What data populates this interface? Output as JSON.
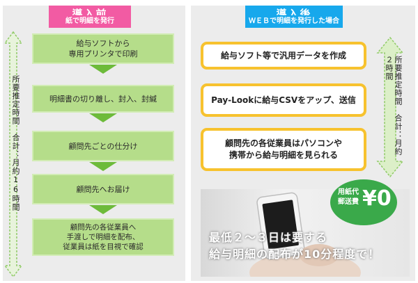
{
  "left": {
    "header_main": "導入前",
    "header_sub": "紙で明細を発行",
    "steps": [
      "給与ソフトから\n専用プリンタで印刷",
      "明細書の切り離し、封入、封緘",
      "顧問先ごとの仕分け",
      "顧問先へお届け",
      "顧問先の各従業員へ\n手渡しで明細を配布、\n従業員は紙を目視で確認"
    ],
    "duration_label": "所要推定時間　合計：月約16時間"
  },
  "right": {
    "header_main": "導入後",
    "header_sub": "ＷＥＢで明細を発行した場合",
    "steps": [
      "給与ソフト等で汎用データを作成",
      "Pay-Lookに給与CSVをアップ、送信",
      "顧問先の各従業員はパソコンや\n携帯から給与明細を見られる"
    ],
    "duration_label": "所要推定時間　合計：月約２時間",
    "cost_label": "用紙代\n郵送費",
    "cost_value": "¥0",
    "caption_line1": "最低２～３日は要する",
    "caption_line2": "給与明細の配布が10分程度で！"
  },
  "colors": {
    "pink": "#f25ba3",
    "blue": "#17a8ec",
    "green_box": "#b5dd8a",
    "green_arrow": "#6dbb3a",
    "yellow_border": "#f7c22e",
    "badge_green": "#3aa94a"
  }
}
